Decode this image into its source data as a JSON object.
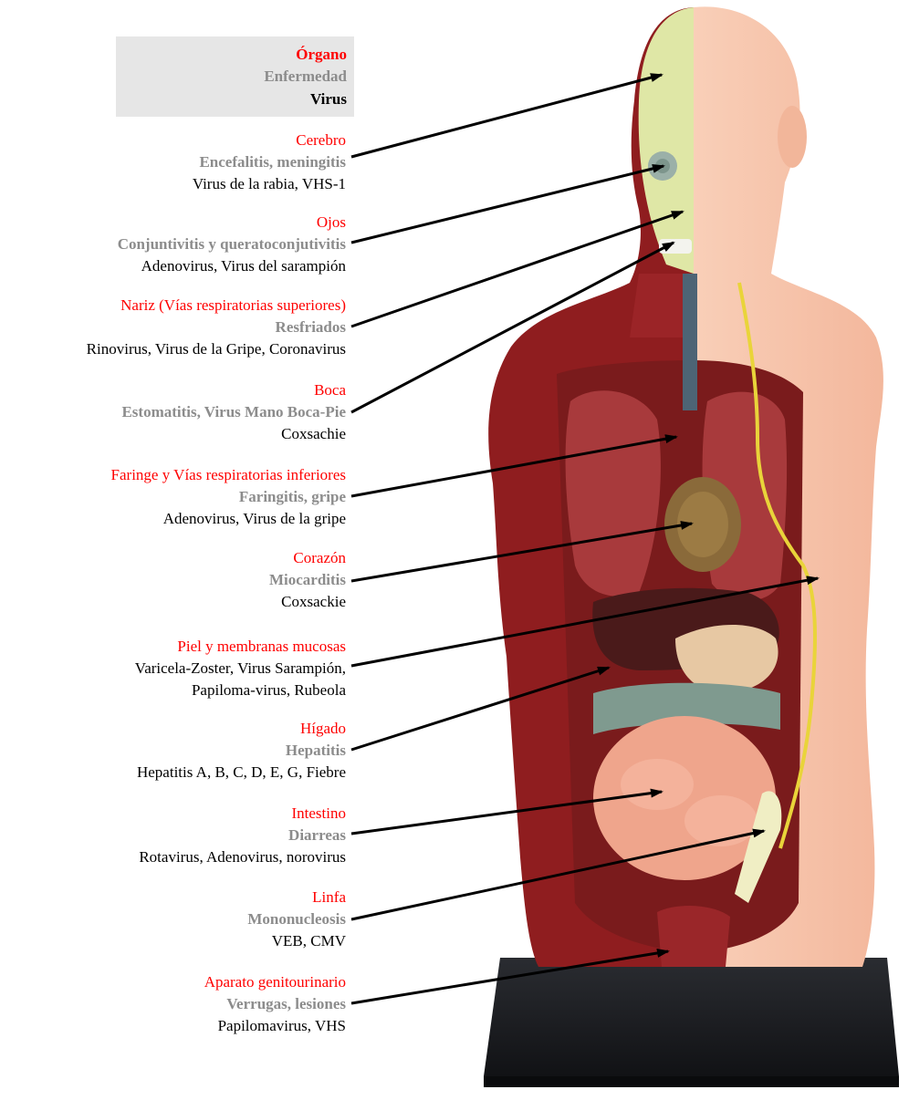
{
  "colors": {
    "organ": "#ff0000",
    "disease": "#8c8c8c",
    "virus": "#000000",
    "legend_bg": "#e6e6e6",
    "skin": "#f7c6ad",
    "muscle": "#8f1d1f",
    "stand": "#1e2024"
  },
  "legend": {
    "organ": "Órgano",
    "disease": "Enfermedad",
    "virus": "Virus"
  },
  "labels": [
    {
      "organ": "Cerebro",
      "disease": "Encefalitis, meningitis",
      "virus": "Virus de la rabia, VHS-1"
    },
    {
      "organ": "Ojos",
      "disease": "Conjuntivitis y queratoconjutivitis",
      "virus": "Adenovirus, Virus del sarampión"
    },
    {
      "organ": "Nariz (Vías respiratorias superiores)",
      "disease": "Resfriados",
      "virus": "Rinovirus, Virus de la Gripe, Coronavirus"
    },
    {
      "organ": "Boca",
      "disease": "Estomatitis, Virus Mano Boca-Pie",
      "virus": "Coxsachie"
    },
    {
      "organ": "Faringe y Vías respiratorias inferiores",
      "disease": "Faringitis, gripe",
      "virus": "Adenovirus, Virus de la gripe"
    },
    {
      "organ": "Corazón",
      "disease": "Miocarditis",
      "virus": "Coxsackie"
    },
    {
      "organ": "Piel y membranas mucosas",
      "disease": "",
      "virus": "Varicela-Zoster, Virus Sarampión,",
      "virus2": "Papiloma-virus, Rubeola"
    },
    {
      "organ": "Hígado",
      "disease": "Hepatitis",
      "virus": "Hepatitis A, B, C, D, E, G, Fiebre"
    },
    {
      "organ": "Intestino",
      "disease": "Diarreas",
      "virus": "Rotavirus, Adenovirus, norovirus"
    },
    {
      "organ": "Linfa",
      "disease": "Mononucleosis",
      "virus": "VEB, CMV"
    },
    {
      "organ": "Aparato genitourinario",
      "disease": "Verrugas, lesiones",
      "virus": "Papilomavirus, VHS"
    }
  ]
}
